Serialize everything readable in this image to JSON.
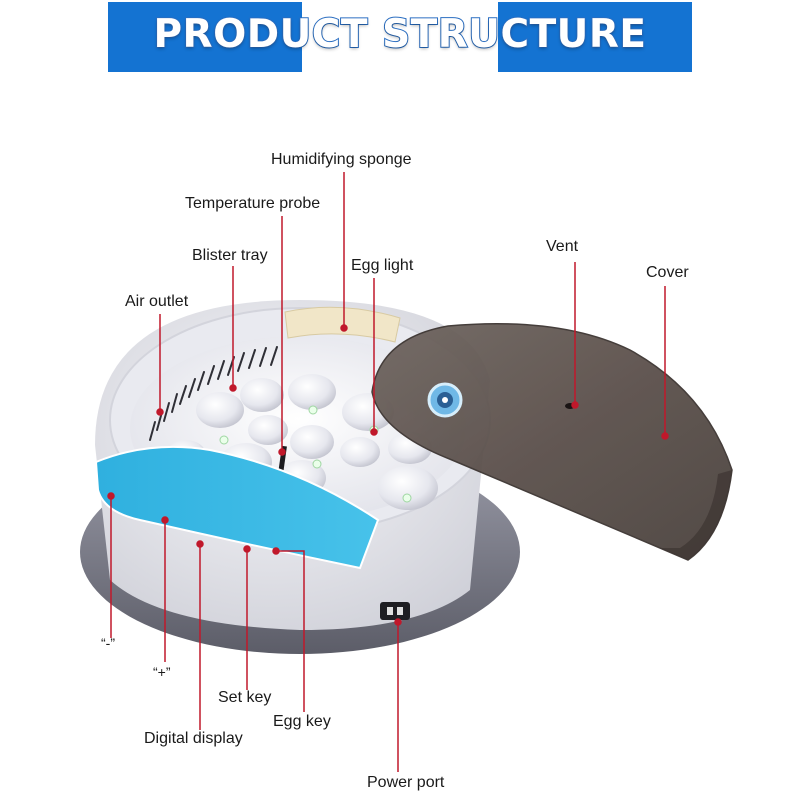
{
  "header": {
    "title": "PRODUCT STRUCTURE"
  },
  "colors": {
    "banner": "#1473d2",
    "accent_line": "#c0182b",
    "panel": "#39b6e2",
    "cover": "#5a4e48"
  },
  "labels": {
    "humidifying_sponge": "Humidifying sponge",
    "temperature_probe": "Temperature probe",
    "blister_tray": "Blister tray",
    "egg_light": "Egg light",
    "air_outlet": "Air outlet",
    "vent": "Vent",
    "cover": "Cover",
    "minus": "“-”",
    "plus": "“+”",
    "set_key": "Set key",
    "egg_key": "Egg key",
    "digital_display": "Digital display",
    "power_port": "Power port"
  }
}
